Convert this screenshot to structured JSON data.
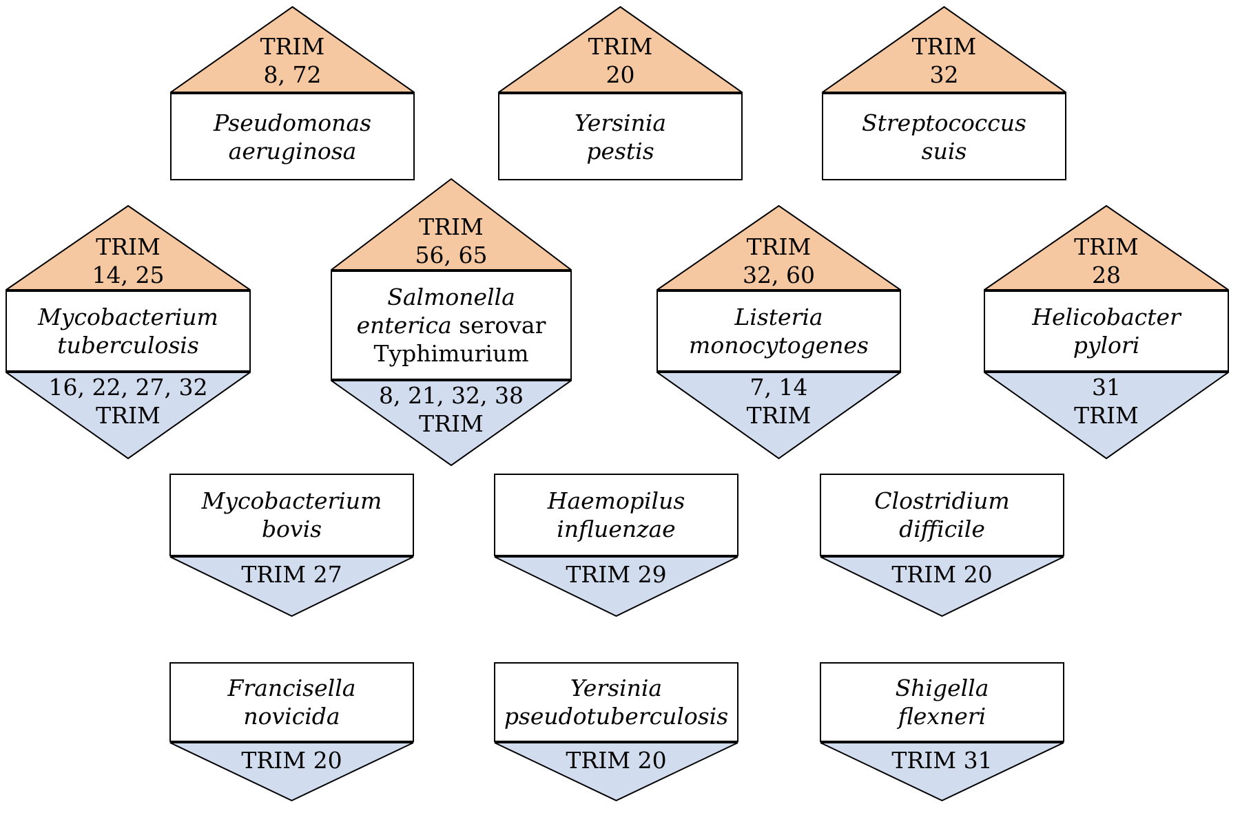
{
  "colors": {
    "top_triangle_fill": "#f6c8a1",
    "bottom_triangle_fill": "#d2dcef",
    "box_fill": "#ffffff",
    "outline": "#000000",
    "text": "#000000"
  },
  "shapes": [
    {
      "organism": "Pseudomonas aeruginosa",
      "top": {
        "label": "TRIM",
        "numbers": "8, 72"
      },
      "name": {
        "l1": "Pseudomonas",
        "l2": "aeruginosa"
      }
    },
    {
      "organism": "Yersinia pestis",
      "top": {
        "label": "TRIM",
        "numbers": "20"
      },
      "name": {
        "l1": "Yersinia",
        "l2": "pestis"
      }
    },
    {
      "organism": "Streptococcus suis",
      "top": {
        "label": "TRIM",
        "numbers": "32"
      },
      "name": {
        "l1": "Streptococcus",
        "l2": "suis"
      }
    },
    {
      "organism": "Mycobacterium tuberculosis",
      "top": {
        "label": "TRIM",
        "numbers": "14, 25"
      },
      "name": {
        "l1": "Mycobacterium",
        "l2": "tuberculosis"
      },
      "bottom": {
        "numbers": "16, 22, 27, 32",
        "label": "TRIM"
      }
    },
    {
      "organism": "Salmonella enterica serovar Typhimurium",
      "top": {
        "label": "TRIM",
        "numbers": "56, 65"
      },
      "name": {
        "l1": "Salmonella",
        "l2_italic": "enterica",
        "l2_regular": " serovar",
        "l3": "Typhimurium"
      },
      "bottom": {
        "numbers": "8, 21, 32, 38",
        "label": "TRIM"
      }
    },
    {
      "organism": "Listeria monocytogenes",
      "top": {
        "label": "TRIM",
        "numbers": "32, 60"
      },
      "name": {
        "l1": "Listeria",
        "l2": "monocytogenes"
      },
      "bottom": {
        "numbers": "7, 14",
        "label": "TRIM"
      }
    },
    {
      "organism": "Helicobacter pylori",
      "top": {
        "label": "TRIM",
        "numbers": "28"
      },
      "name": {
        "l1": "Helicobacter",
        "l2": "pylori"
      },
      "bottom": {
        "numbers": "31",
        "label": "TRIM"
      }
    },
    {
      "organism": "Mycobacterium bovis",
      "name": {
        "l1": "Mycobacterium",
        "l2": "bovis"
      },
      "bottom": {
        "label_full": "TRIM 27"
      }
    },
    {
      "organism": "Haemopilus influenzae",
      "name": {
        "l1": "Haemopilus",
        "l2": "influenzae"
      },
      "bottom": {
        "label_full": "TRIM 29"
      }
    },
    {
      "organism": "Clostridium difficile",
      "name": {
        "l1": "Clostridium",
        "l2": "difficile"
      },
      "bottom": {
        "label_full": "TRIM 20"
      }
    },
    {
      "organism": "Francisella novicida",
      "name": {
        "l1": "Francisella",
        "l2": "novicida"
      },
      "bottom": {
        "label_full": "TRIM 20"
      }
    },
    {
      "organism": "Yersinia pseudotuberculosis",
      "name": {
        "l1": "Yersinia",
        "l2": "pseudotuberculosis"
      },
      "bottom": {
        "label_full": "TRIM 20"
      }
    },
    {
      "organism": "Shigella flexneri",
      "name": {
        "l1": "Shigella",
        "l2": "flexneri"
      },
      "bottom": {
        "label_full": "TRIM 31"
      }
    }
  ]
}
